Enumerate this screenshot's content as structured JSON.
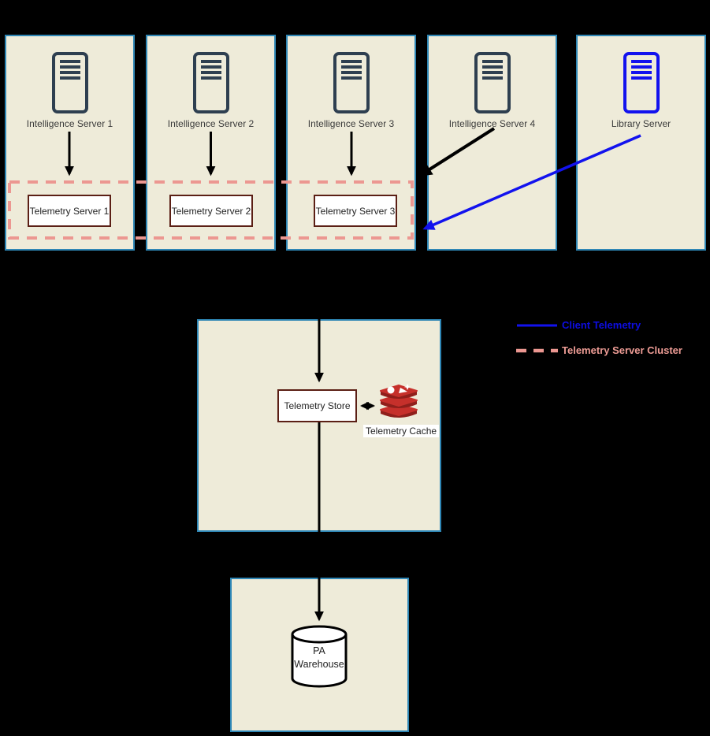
{
  "top_row": [
    {
      "label": "Intelligence Server 1",
      "icon": "server-icon",
      "icon_color": "#2e3f50"
    },
    {
      "label": "Intelligence Server 2",
      "icon": "server-icon",
      "icon_color": "#2e3f50"
    },
    {
      "label": "Intelligence Server 3",
      "icon": "server-icon",
      "icon_color": "#2e3f50"
    },
    {
      "label": "Intelligence Server 4",
      "icon": "server-icon",
      "icon_color": "#2e3f50"
    },
    {
      "label": "Library Server",
      "icon": "server-icon",
      "icon_color": "#1212ee"
    }
  ],
  "telemetry_cluster": {
    "servers": [
      {
        "label": "Telemetry Server 1"
      },
      {
        "label": "Telemetry Server 2"
      },
      {
        "label": "Telemetry Server 3"
      }
    ]
  },
  "middle": {
    "store_label": "Telemetry Store",
    "cache_label": "Telemetry Cache",
    "cache_icon": "redis-icon"
  },
  "warehouse": {
    "line1": "PA",
    "line2": "Warehouse",
    "icon": "database-cylinder-icon"
  },
  "legend": {
    "client_telemetry": "Client Telemetry",
    "telemetry_server_cluster": "Telemetry Server Cluster"
  },
  "colors": {
    "background": "#000000",
    "panel_fill": "#eeebd9",
    "panel_border": "#2e86b5",
    "server_icon_dark": "#2e3f50",
    "server_icon_blue": "#1212ee",
    "node_border": "#5b1f15",
    "cluster_dash_pink": "#ec9791",
    "client_telemetry_blue": "#1212ee",
    "arrow_black": "#000000",
    "redis_red": "#c6302b",
    "redis_dark_red": "#8f1f1b"
  }
}
